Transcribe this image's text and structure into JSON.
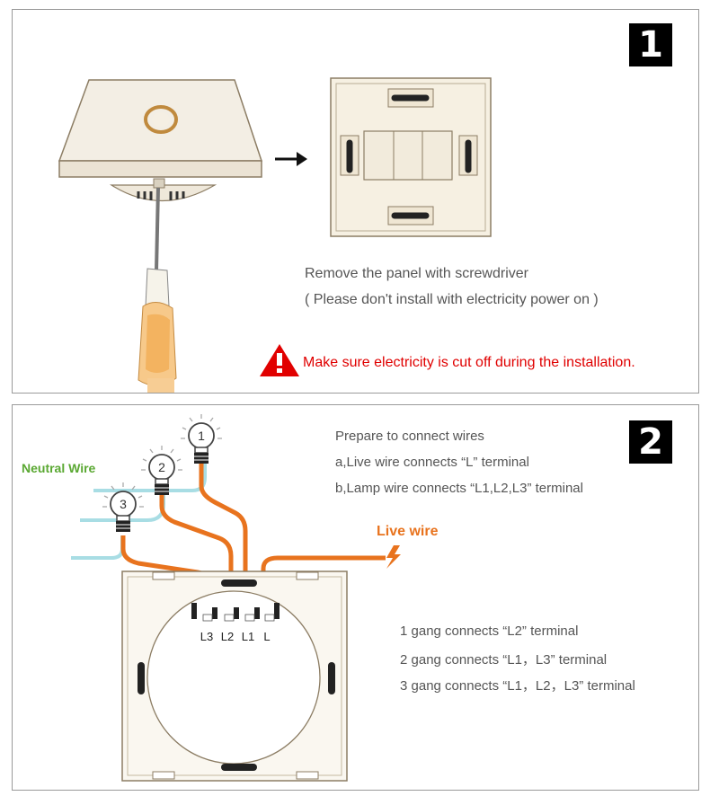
{
  "step1": {
    "number": "1",
    "instruction": "Remove the panel with screwdriver",
    "note": "( Please don't install with electricity power on )",
    "warning": "Make sure electricity is cut off during the installation.",
    "warning_icon": "warning-triangle-icon"
  },
  "step2": {
    "number": "2",
    "intro": "Prepare to connect wires",
    "line_a": "a,Live wire connects “L” terminal",
    "line_b": "b,Lamp wire connects “L1,L2,L3” terminal",
    "neutral_label": "Neutral Wire",
    "live_label": "Live wire",
    "lamps": [
      "1",
      "2",
      "3"
    ],
    "terminals": [
      "L3",
      "L2",
      "L1",
      "L"
    ],
    "gang_1": "1 gang connects “L2” terminal",
    "gang_2": "2 gang connects “L1，L3” terminal",
    "gang_3": "3 gang connects “L1，L2，L3” terminal"
  },
  "colors": {
    "wire_orange": "#e8731e",
    "neutral_blue": "#a8dde4",
    "label_green": "#5aa832",
    "live_orange": "#e8731e",
    "warning_red": "#e00000"
  }
}
